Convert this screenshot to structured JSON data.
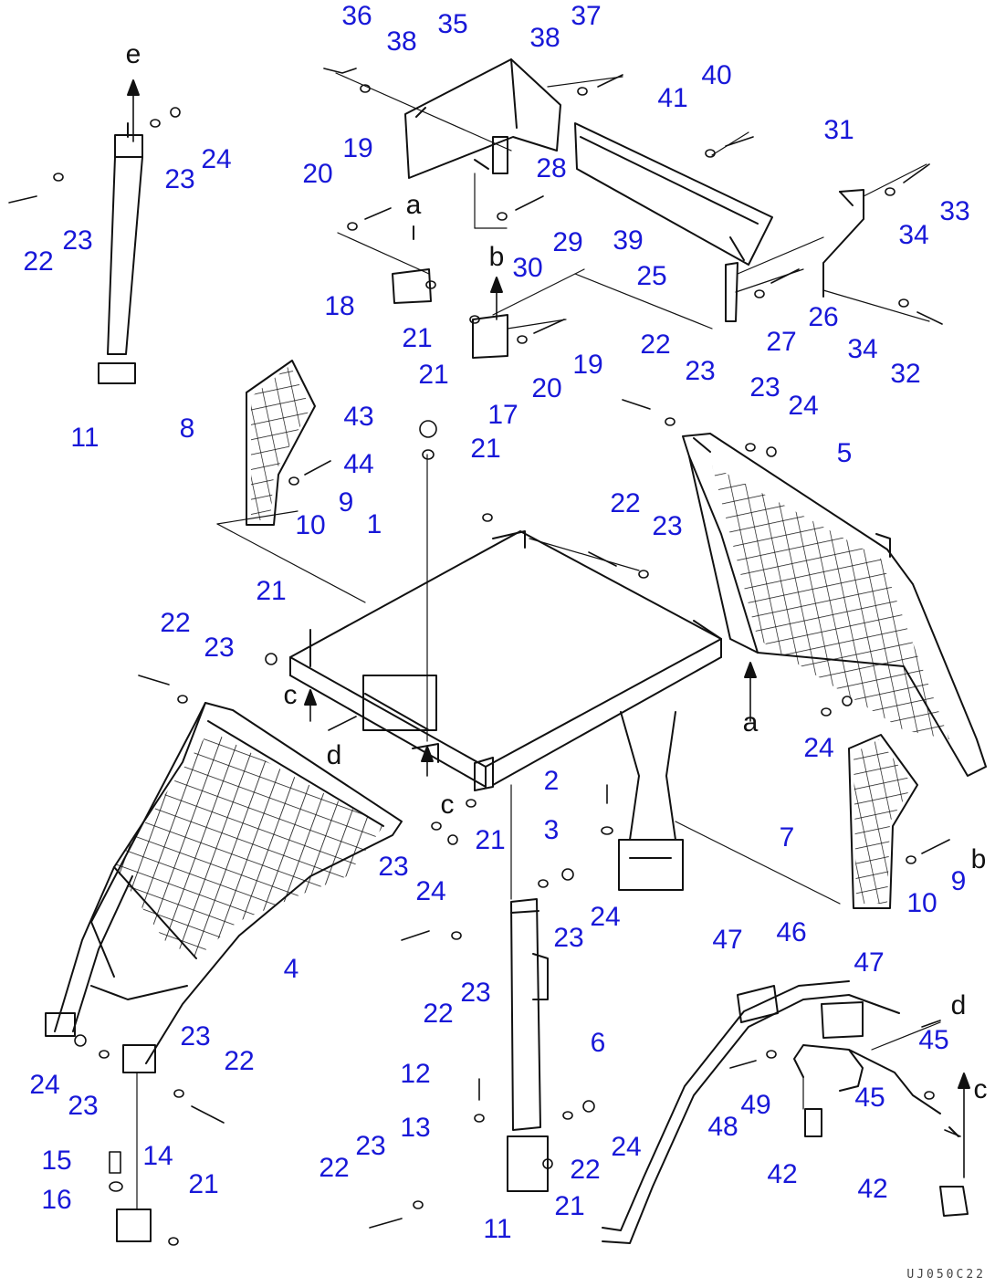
{
  "drawing_code": "UJ050C22",
  "callouts": [
    "36",
    "38",
    "35",
    "38",
    "37",
    "41",
    "40",
    "31",
    "33",
    "34",
    "34",
    "32",
    "20",
    "19",
    "28",
    "29",
    "30",
    "39",
    "25",
    "26",
    "27",
    "18",
    "21",
    "21",
    "17",
    "20",
    "19",
    "22",
    "23",
    "23",
    "24",
    "22",
    "23",
    "24",
    "11",
    "8",
    "43",
    "44",
    "9",
    "10",
    "21",
    "1",
    "22",
    "23",
    "5",
    "21",
    "22",
    "23",
    "23",
    "24",
    "2",
    "3",
    "21",
    "23",
    "24",
    "4",
    "7",
    "9",
    "10",
    "23",
    "24",
    "22",
    "23",
    "6",
    "24",
    "23",
    "22",
    "23",
    "22",
    "12",
    "13",
    "23",
    "22",
    "24",
    "21",
    "11",
    "23",
    "15",
    "14",
    "16",
    "21",
    "47",
    "46",
    "47",
    "45",
    "45",
    "48",
    "49",
    "42",
    "42"
  ],
  "reference_letters": [
    "e",
    "a",
    "b",
    "c",
    "d",
    "a",
    "c",
    "d",
    "b",
    "c"
  ],
  "colors": {
    "callout": "#1818d8",
    "linework": "#111111"
  }
}
